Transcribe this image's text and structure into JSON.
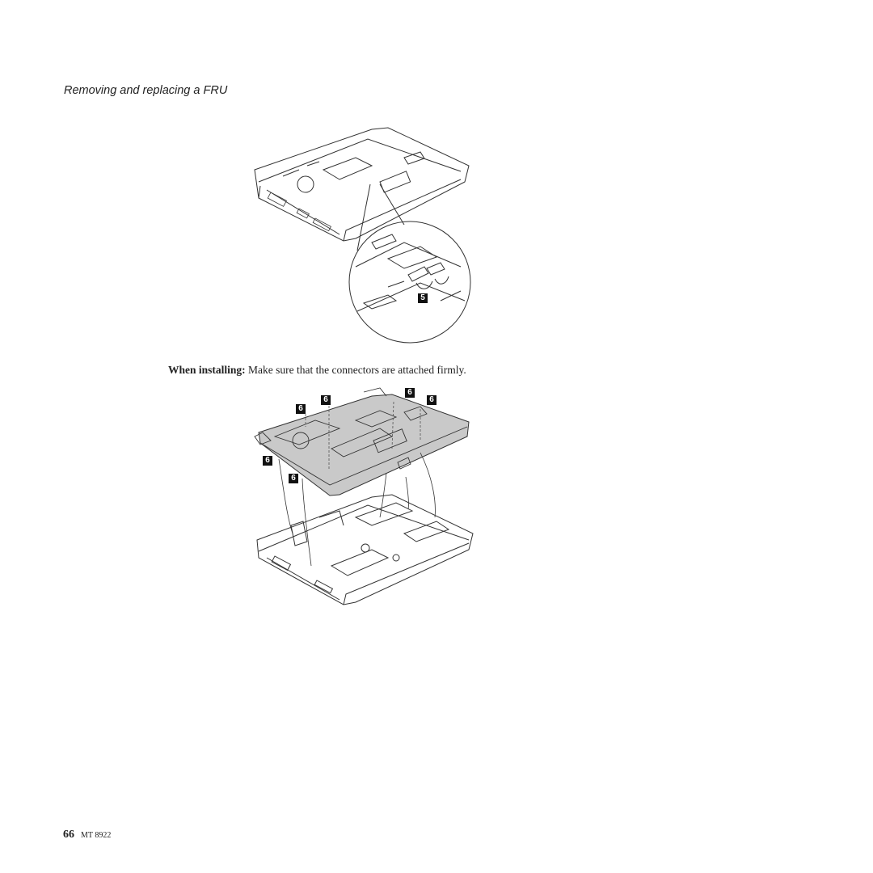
{
  "header": {
    "section_title": "Removing and replacing a FRU"
  },
  "figure1": {
    "callouts": [
      "5"
    ]
  },
  "instruction": {
    "label": "When installing:",
    "text": "Make sure that the connectors are attached firmly."
  },
  "figure2": {
    "callouts": [
      "6",
      "6",
      "6",
      "6",
      "6",
      "6"
    ]
  },
  "footer": {
    "page_number": "66",
    "machine_type": "MT 8922"
  }
}
